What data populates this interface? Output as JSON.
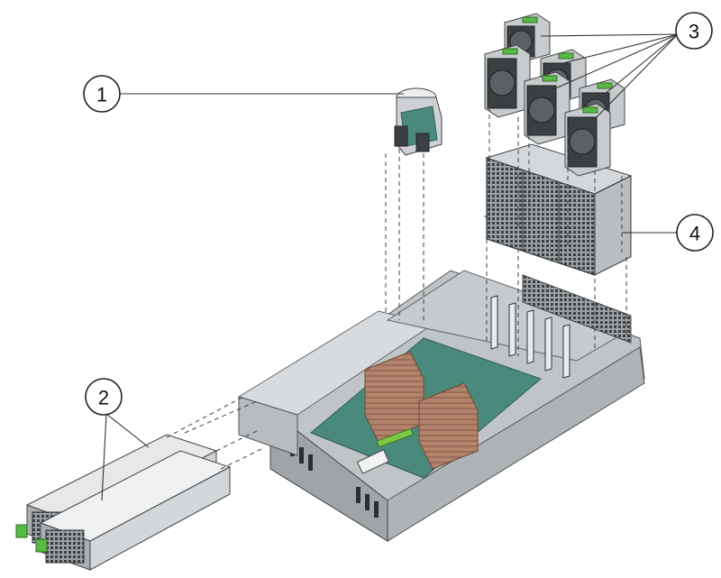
{
  "callouts": [
    {
      "id": "c1",
      "label": "1",
      "component": "fan-controller-board"
    },
    {
      "id": "c2",
      "label": "2",
      "component": "power-supplies"
    },
    {
      "id": "c3",
      "label": "3",
      "component": "fan-modules"
    },
    {
      "id": "c4",
      "label": "4",
      "component": "fan-tray"
    }
  ],
  "colors": {
    "chassis": "#c9cdd0",
    "chassis_dark": "#8c9296",
    "motherboard": "#4a8a7c",
    "heatsink": "#b3836b",
    "fan_tab": "#58b947",
    "line": "#222222"
  }
}
